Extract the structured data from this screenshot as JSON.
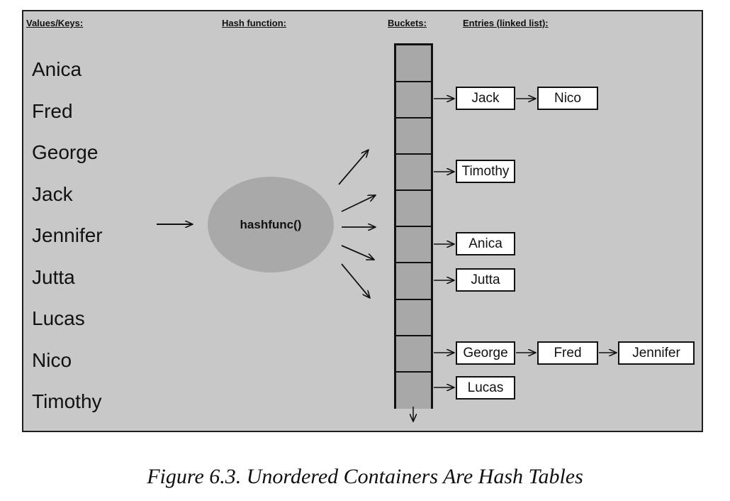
{
  "headers": {
    "values_keys": "Values/Keys:",
    "hash_function": "Hash function:",
    "buckets": "Buckets:",
    "entries": "Entries (linked list):"
  },
  "keys": [
    "Anica",
    "Fred",
    "George",
    "Jack",
    "Jennifer",
    "Jutta",
    "Lucas",
    "Nico",
    "Timothy"
  ],
  "hash_function_label": "hashfunc()",
  "entries": {
    "jack": "Jack",
    "nico": "Nico",
    "timothy": "Timothy",
    "anica": "Anica",
    "jutta": "Jutta",
    "george": "George",
    "fred": "Fred",
    "jennifer": "Jennifer",
    "lucas": "Lucas"
  },
  "caption": "Figure 6.3. Unordered Containers Are Hash Tables"
}
